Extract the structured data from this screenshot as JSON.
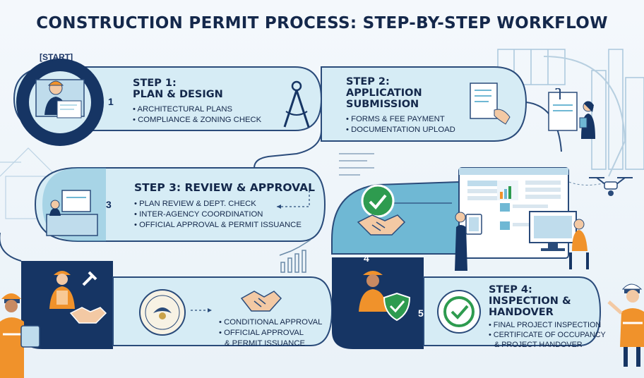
{
  "title": "CONSTRUCTION PERMIT PROCESS: STEP-BY-STEP WORKFLOW",
  "start_label": "[START]",
  "steps": [
    {
      "number": "1",
      "label": "STEP 1:",
      "name": "PLAN & DESIGN",
      "bullets": [
        "ARCHITECTURAL PLANS",
        "COMPLIANCE & ZONING CHECK"
      ]
    },
    {
      "number": "",
      "label": "STEP 2:",
      "name_lines": [
        "APPLICATION",
        "SUBMISSION"
      ],
      "bullets": [
        "FORMS & FEE PAYMENT",
        "DOCUMENTATION UPLOAD"
      ]
    },
    {
      "number": "3",
      "name": "STEP 3: REVIEW & APPROVAL",
      "bullets": [
        "PLAN REVIEW & DEPT. CHECK",
        "INTER-AGENCY COORDINATION",
        "OFFICIAL APPROVAL & PERMIT ISSUANCE"
      ]
    },
    {
      "number": "4",
      "bullets_lines": [
        "CONDITIONAL APPROVAL",
        "OFFICIAL APPROVAL",
        "& PERMIT ISSUANCE"
      ]
    },
    {
      "number": "5",
      "label": "STEP 4:",
      "name_lines": [
        "INSPECTION &",
        "HANDOVER"
      ],
      "bullets_lines": [
        "FINAL PROJECT INSPECTION",
        "CERTIFICATE OF OCCUPANCY",
        "& PROJECT HANDOVER"
      ]
    }
  ],
  "colors": {
    "navy": "#163564",
    "light_panel": "#d9eef6",
    "teal": "#6fb8d4",
    "accent_green": "#2e9b4f",
    "accent_orange": "#f0922b"
  }
}
